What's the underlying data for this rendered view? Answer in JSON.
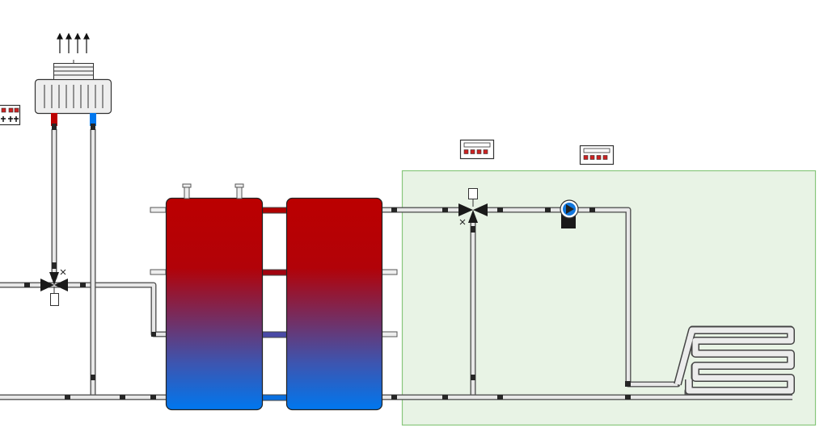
{
  "diagram": {
    "colors": {
      "hot": "#bb0000",
      "cold": "#0077ee",
      "zone_fill": "#e8f3e5",
      "zone_border": "#88c77c",
      "pipe_border": "#555555",
      "pipe_fill": "#e8e8e8",
      "fitting": "#262626",
      "controller_led": "#cc2222",
      "pump_circle": "#1177dd"
    },
    "components": {
      "radiator": {
        "icon": "radiator-icon",
        "exhaust": "up-arrows-icon"
      },
      "controllers": [
        "controller-left",
        "controller-zone-valve",
        "controller-zone-pump"
      ],
      "mixing_valves": [
        "mixing-valve-radiator",
        "mixing-valve-floor"
      ],
      "tanks": [
        "buffer-tank-1",
        "buffer-tank-2"
      ],
      "pump": "circulation-pump-icon",
      "floor_heating": "underfloor-heating-coil"
    }
  }
}
